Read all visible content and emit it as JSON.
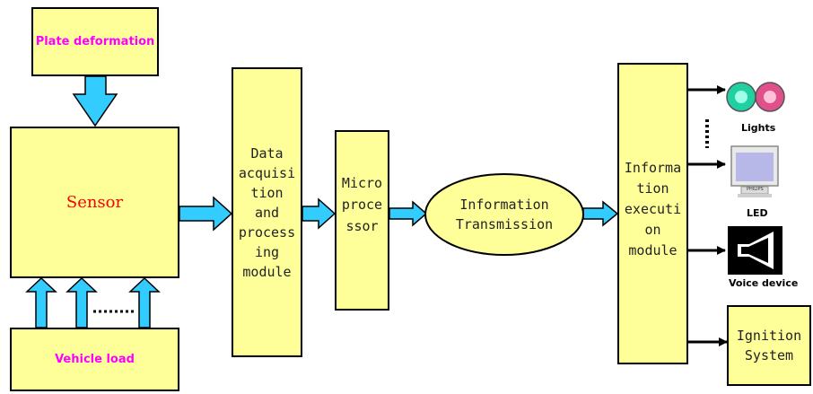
{
  "blocks": {
    "plate_deformation": "Plate deformation",
    "sensor": "Sensor",
    "vehicle_load": "Vehicle load",
    "data_acquisition": "Data\nacquisi\ntion\nand\nprocess\ning\nmodule",
    "micro_processor": "Micro\nproce\nssor",
    "information_transmission": "Information\nTransmission",
    "information_execution": "Informa\ntion\nexecuti\non\nmodule",
    "ignition_system": "Ignition\nSystem"
  },
  "devices": {
    "lights_label": "Lights",
    "led_label": "LED",
    "voice_label": "Voice device",
    "monitor_brand": "PHILIPS"
  },
  "colors": {
    "box_fill": "#ffff99",
    "arrow_fill": "#33ccff",
    "plate_text": "#ff00ff",
    "sensor_text": "#ff0000",
    "vehicle_text": "#ff00ff"
  }
}
